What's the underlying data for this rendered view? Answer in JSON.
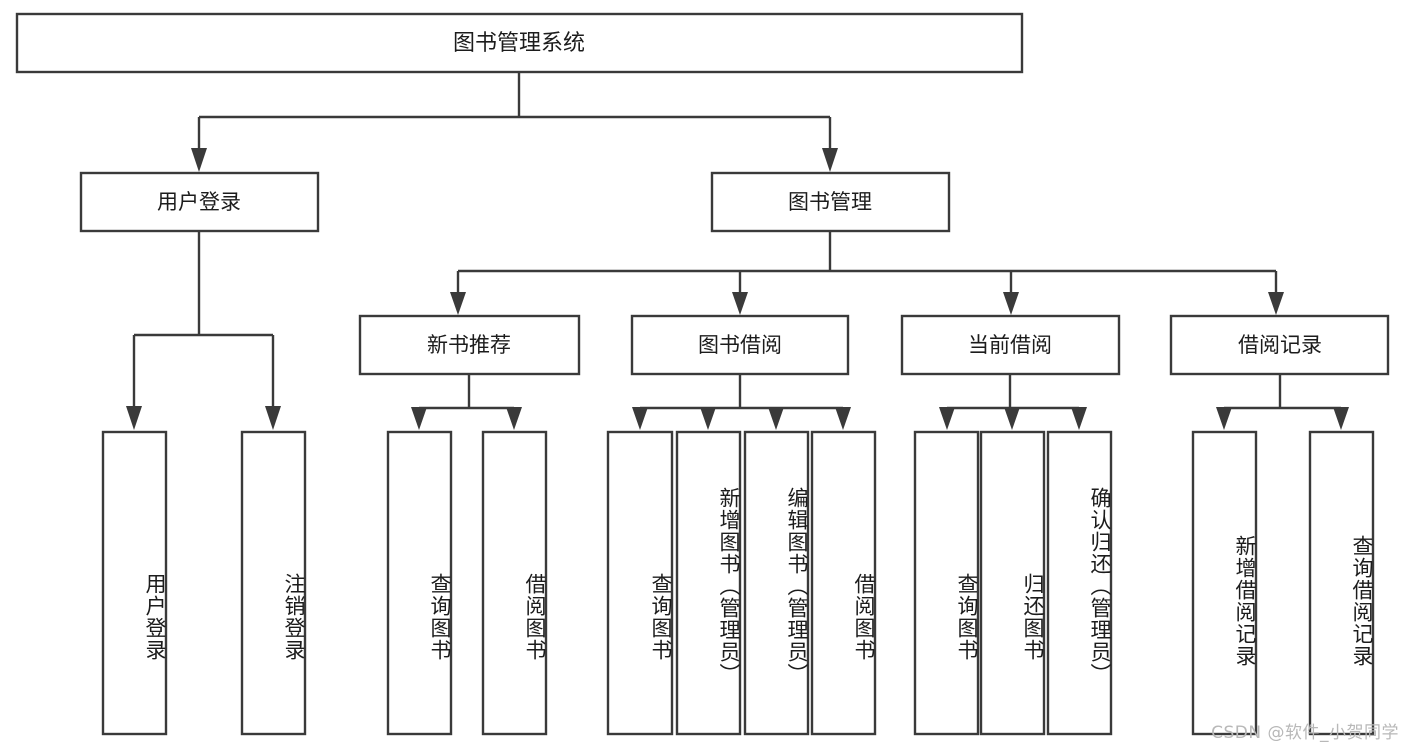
{
  "diagram": {
    "title": "图书管理系统",
    "type": "hierarchy-tree",
    "watermark": "CSDN @软件_小贺同学",
    "colors": {
      "stroke": "#3a3a3a",
      "box_fill": "#ffffff",
      "text": "#1c1c1c",
      "background": "#ffffff",
      "watermark": "#b8b8b8"
    },
    "levels": {
      "root": "图书管理系统",
      "level2": [
        "用户登录",
        "图书管理"
      ],
      "level3": [
        "新书推荐",
        "图书借阅",
        "当前借阅",
        "借阅记录"
      ]
    },
    "nodes": {
      "root": {
        "label": "图书管理系统"
      },
      "l2": [
        {
          "label": "用户登录"
        },
        {
          "label": "图书管理"
        }
      ],
      "l3": [
        {
          "label": "新书推荐"
        },
        {
          "label": "图书借阅"
        },
        {
          "label": "当前借阅"
        },
        {
          "label": "借阅记录"
        }
      ],
      "leaves": {
        "user_login": [
          {
            "label": "用户登录"
          },
          {
            "label": "注销登录"
          }
        ],
        "new_book": [
          {
            "label": "查询图书"
          },
          {
            "label": "借阅图书"
          }
        ],
        "book_borrow": [
          {
            "label": "查询图书"
          },
          {
            "label": "新增图书（管理员）"
          },
          {
            "label": "编辑图书（管理员）"
          },
          {
            "label": "借阅图书"
          }
        ],
        "current_borrow": [
          {
            "label": "查询图书"
          },
          {
            "label": "归还图书"
          },
          {
            "label": "确认归还（管理员）"
          }
        ],
        "borrow_record": [
          {
            "label": "新增借阅记录"
          },
          {
            "label": "查询借阅记录"
          }
        ]
      }
    },
    "edges": [
      {
        "from": "图书管理系统",
        "to": "用户登录"
      },
      {
        "from": "图书管理系统",
        "to": "图书管理"
      },
      {
        "from": "用户登录",
        "to": "用户登录"
      },
      {
        "from": "用户登录",
        "to": "注销登录"
      },
      {
        "from": "图书管理",
        "to": "新书推荐"
      },
      {
        "from": "图书管理",
        "to": "图书借阅"
      },
      {
        "from": "图书管理",
        "to": "当前借阅"
      },
      {
        "from": "图书管理",
        "to": "借阅记录"
      },
      {
        "from": "新书推荐",
        "to": "查询图书"
      },
      {
        "from": "新书推荐",
        "to": "借阅图书"
      },
      {
        "from": "图书借阅",
        "to": "查询图书"
      },
      {
        "from": "图书借阅",
        "to": "新增图书（管理员）"
      },
      {
        "from": "图书借阅",
        "to": "编辑图书（管理员）"
      },
      {
        "from": "图书借阅",
        "to": "借阅图书"
      },
      {
        "from": "当前借阅",
        "to": "查询图书"
      },
      {
        "from": "当前借阅",
        "to": "归还图书"
      },
      {
        "from": "当前借阅",
        "to": "确认归还（管理员）"
      },
      {
        "from": "借阅记录",
        "to": "新增借阅记录"
      },
      {
        "from": "借阅记录",
        "to": "查询借阅记录"
      }
    ]
  }
}
